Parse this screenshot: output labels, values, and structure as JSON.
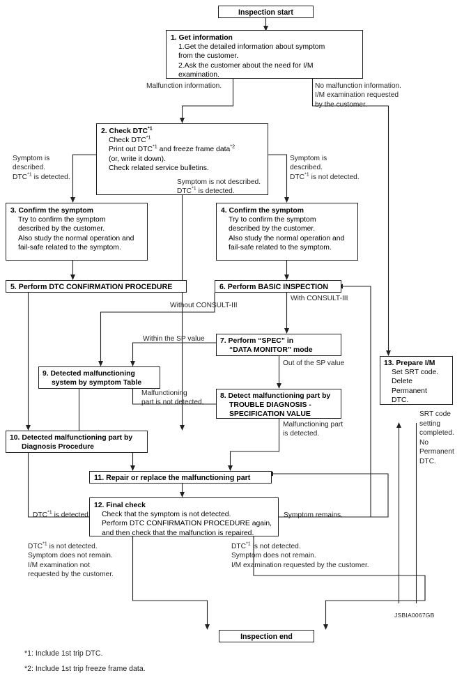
{
  "diagram": {
    "title": "Inspection flow chart",
    "figure_code": "JSBIA0067GB",
    "start_node": "Inspection start",
    "end_node": "Inspection end"
  },
  "nodes": {
    "start": {
      "label": "Inspection start"
    },
    "n1": {
      "heading": "1. Get information",
      "lines": [
        "1.Get the detailed information about symptom",
        "   from the customer.",
        "2.Ask the customer about the need for I/M",
        "   examination."
      ]
    },
    "n2": {
      "heading_pre": "2. Check DTC",
      "heading_sup": "*1",
      "lines": [
        "Check DTC*1",
        "Print out DTC*1 and freeze frame data*2",
        "(or, write it down).",
        "Check related service bulletins."
      ]
    },
    "n3": {
      "heading": "3. Confirm the symptom",
      "lines": [
        "Try to confirm the symptom",
        "described by the customer.",
        "Also study the normal operation and",
        "fail-safe related to the symptom."
      ]
    },
    "n4": {
      "heading": "4. Confirm the symptom",
      "lines": [
        "Try to confirm the symptom",
        "described by the customer.",
        "Also study the normal operation and",
        "fail-safe related to the symptom."
      ]
    },
    "n5": {
      "label": "5. Perform DTC CONFIRMATION PROCEDURE"
    },
    "n6": {
      "label": "6. Perform BASIC INSPECTION"
    },
    "n7": {
      "line1": "7. Perform “SPEC” in",
      "line2": "“DATA MONITOR” mode"
    },
    "n8": {
      "line1": "8. Detect malfunctioning part by",
      "line2": "TROUBLE DIAGNOSIS -",
      "line3": "SPECIFICATION VALUE"
    },
    "n9": {
      "line1": "9. Detected malfunctioning",
      "line2": "system by symptom Table"
    },
    "n10": {
      "line1": "10. Detected malfunctioning part by",
      "line2": "Diagnosis Procedure"
    },
    "n11": {
      "label": "11. Repair or replace the malfunctioning part"
    },
    "n12": {
      "heading": "12. Final check",
      "lines": [
        "Check that the symptom is not detected.",
        "Perform DTC CONFIRMATION PROCEDURE again,",
        "and then check that the malfunction is repaired."
      ]
    },
    "n13": {
      "heading": "13. Prepare I/M",
      "lines": [
        "Set SRT code.",
        "Delete",
        "Permanent",
        "DTC."
      ]
    },
    "end": {
      "label": "Inspection end"
    }
  },
  "edge_labels": {
    "malfunction_information": "Malfunction information.",
    "no_malfunction": [
      "No malfunction information.",
      "I/M examination requested",
      "by the customer."
    ],
    "left_of_box2": [
      "Symptom is",
      "described.",
      "DTC*1 is detected."
    ],
    "below_box2": [
      "Symptom is not described.",
      "DTC*1 is detected."
    ],
    "right_of_box2": [
      "Symptom is",
      "described.",
      "DTC*1 is not detected."
    ],
    "without_consult": "Without CONSULT-III",
    "with_consult": "With CONSULT-III",
    "within_sp": "Within the SP value",
    "out_of_sp": "Out of the SP value",
    "part_not_detected": [
      "Malfunctioning",
      "part is not detected."
    ],
    "part_detected": [
      "Malfunctioning part",
      "is detected."
    ],
    "dtc_detected": "DTC*1 is detected.",
    "symptom_remains": "Symptom remains.",
    "bottom_left": [
      "DTC*1 is not detected.",
      "Symptom does not remain.",
      "I/M examination not",
      "requested by the customer."
    ],
    "bottom_right": [
      "DTC*1 is not detected.",
      "Symptom does not remain.",
      "I/M examination requested by the customer."
    ],
    "srt_done": [
      "SRT code",
      "setting",
      "completed.",
      "No",
      "Permanent",
      "DTC."
    ]
  },
  "footnotes": [
    "*1: Include 1st trip DTC.",
    "*2: Include 1st trip freeze frame data."
  ],
  "colors": {
    "ink": "#231f20",
    "paper": "#ffffff"
  }
}
